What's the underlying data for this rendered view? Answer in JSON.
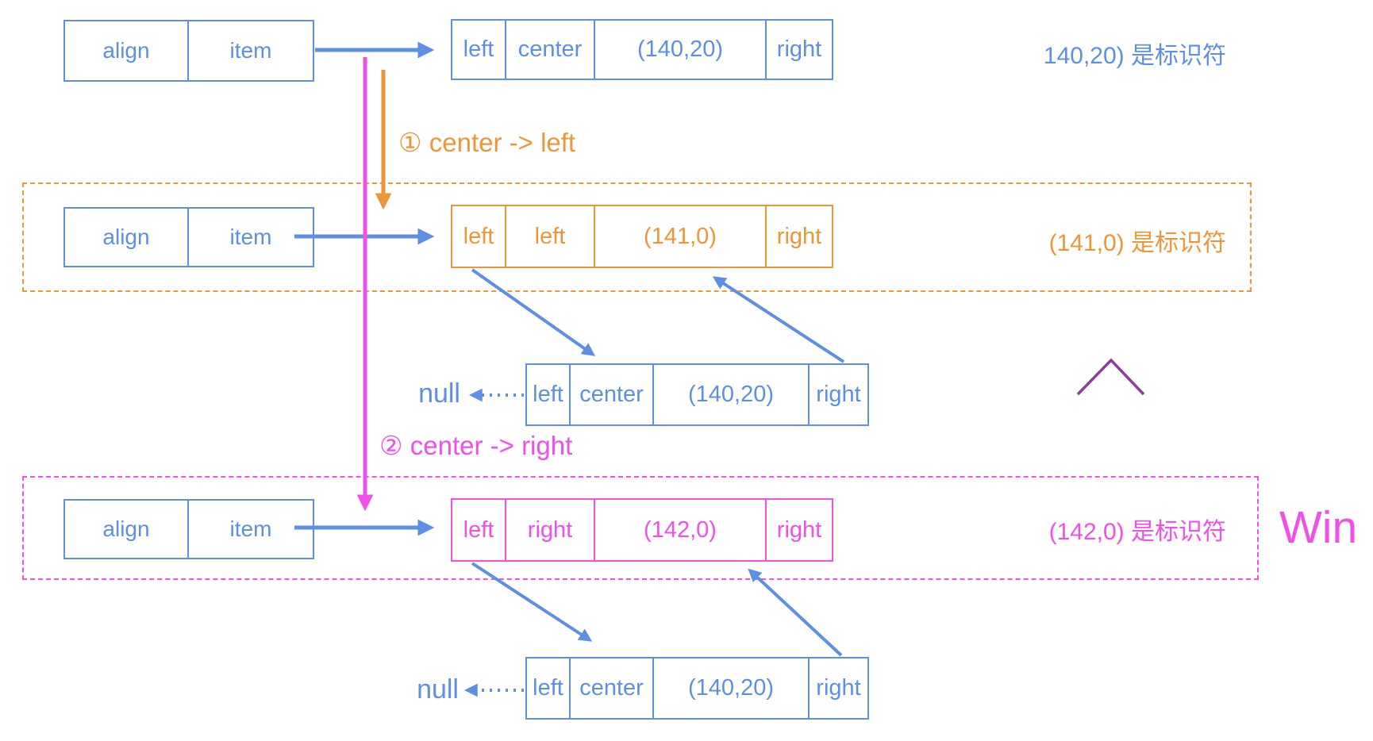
{
  "colors": {
    "blue": "#5D8FE4",
    "orange": "#ED9638",
    "magenta": "#F04FE8",
    "purple": "#8C3D9E",
    "background": "#FFFFFF"
  },
  "rows": {
    "row1": {
      "pointer": [
        "align",
        "item"
      ],
      "node": [
        "left",
        "center",
        "(140,20)",
        "right"
      ],
      "note": "140,20) 是标识符"
    },
    "row2": {
      "pointer": [
        "align",
        "item"
      ],
      "node": [
        "left",
        "left",
        "(141,0)",
        "right"
      ],
      "note": "(141,0) 是标识符"
    },
    "row3": {
      "pointer": [
        "align",
        "item"
      ],
      "node": [
        "left",
        "right",
        "(142,0)",
        "right"
      ],
      "note": "(142,0) 是标识符"
    }
  },
  "detached": {
    "mid": {
      "null_label": "null",
      "node": [
        "left",
        "center",
        "(140,20)",
        "right"
      ]
    },
    "bottom": {
      "null_label": "null",
      "node": [
        "left",
        "center",
        "(140,20)",
        "right"
      ]
    }
  },
  "labels": {
    "step1": "① center -> left",
    "step2": "② center -> right",
    "win": "Win"
  }
}
